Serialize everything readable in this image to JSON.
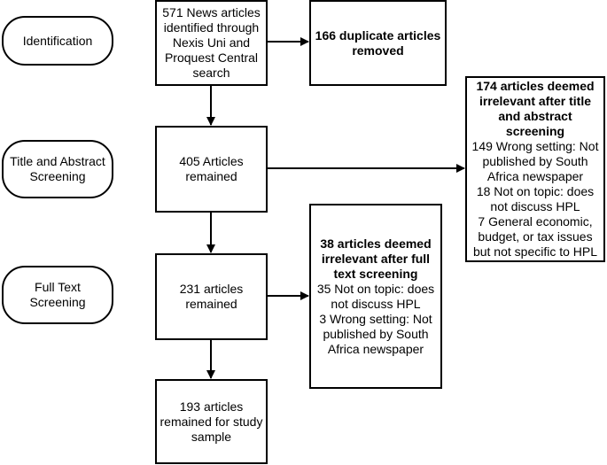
{
  "stages": {
    "identification": "Identification",
    "title_abstract": [
      "Title and Abstract",
      "Screening"
    ],
    "full_text": [
      "Full Text",
      "Screening"
    ]
  },
  "boxes": {
    "identified": [
      "571 News articles",
      "identified through",
      "Nexis Uni and",
      "Proquest Central",
      "search"
    ],
    "duplicates": [
      "166 duplicate articles",
      "removed"
    ],
    "remained_405": [
      "405 Articles",
      "remained"
    ],
    "irrelevant_title": {
      "heading": [
        "174 articles deemed",
        "irrelevant after title",
        "and abstract",
        "screening"
      ],
      "reasons": [
        "149 Wrong setting: Not",
        "published by South",
        "Africa newspaper",
        "18 Not on topic: does",
        "not discuss HPL",
        "7 General economic,",
        "budget, or tax issues",
        "but not specific to HPL"
      ]
    },
    "remained_231": [
      "231 articles",
      "remained"
    ],
    "irrelevant_full": {
      "heading": [
        "38 articles deemed",
        "irrelevant after full",
        "text screening"
      ],
      "reasons": [
        "35 Not on topic: does",
        "not discuss HPL",
        "3 Wrong setting: Not",
        "published by South",
        "Africa newspaper"
      ]
    },
    "final_193": [
      "193 articles",
      "remained for study",
      "sample"
    ]
  }
}
